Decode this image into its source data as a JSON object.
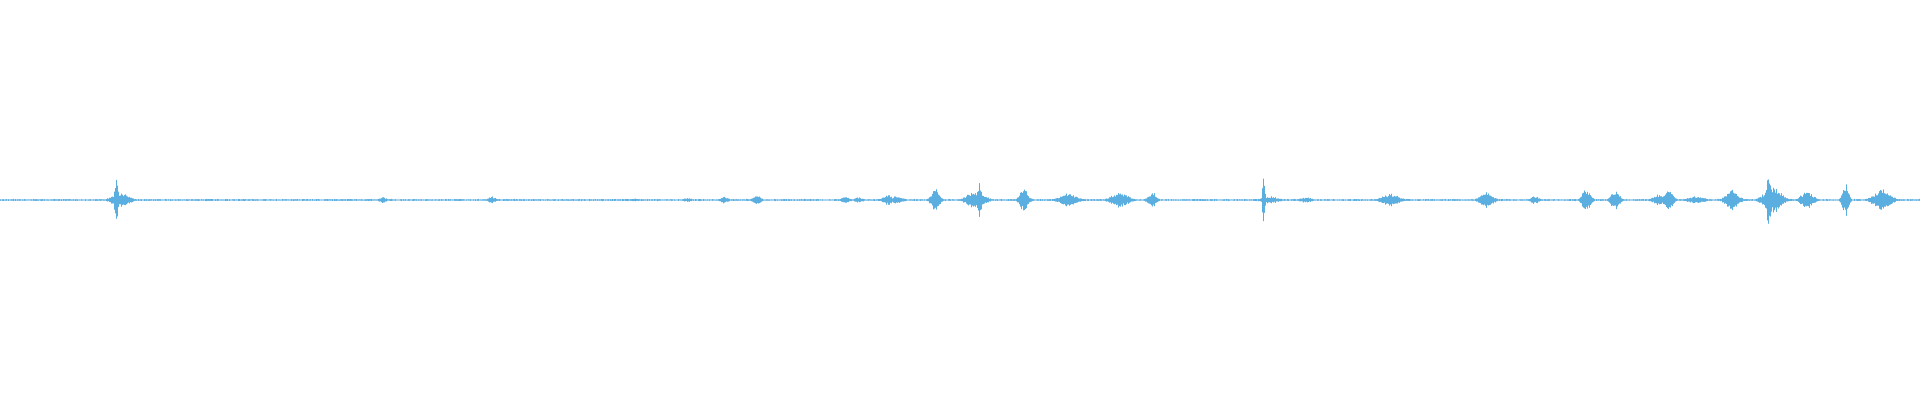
{
  "waveform": {
    "color": "#5aaee0",
    "baseline_amplitude": 0.004,
    "bursts": [
      {
        "t": 0.0605,
        "amp": 0.14,
        "spread": 0.0008
      },
      {
        "t": 0.0625,
        "amp": 0.04,
        "spread": 0.004
      },
      {
        "t": 0.199,
        "amp": 0.015,
        "spread": 0.002
      },
      {
        "t": 0.256,
        "amp": 0.018,
        "spread": 0.002
      },
      {
        "t": 0.33,
        "amp": 0.008,
        "spread": 0.003
      },
      {
        "t": 0.358,
        "amp": 0.012,
        "spread": 0.002
      },
      {
        "t": 0.377,
        "amp": 0.018,
        "spread": 0.002
      },
      {
        "t": 0.394,
        "amp": 0.026,
        "spread": 0.002
      },
      {
        "t": 0.44,
        "amp": 0.018,
        "spread": 0.002
      },
      {
        "t": 0.447,
        "amp": 0.015,
        "spread": 0.002
      },
      {
        "t": 0.462,
        "amp": 0.03,
        "spread": 0.002
      },
      {
        "t": 0.467,
        "amp": 0.02,
        "spread": 0.003
      },
      {
        "t": 0.487,
        "amp": 0.065,
        "spread": 0.002
      },
      {
        "t": 0.508,
        "amp": 0.05,
        "spread": 0.004
      },
      {
        "t": 0.51,
        "amp": 0.115,
        "spread": 0.0008
      },
      {
        "t": 0.533,
        "amp": 0.06,
        "spread": 0.002
      },
      {
        "t": 0.556,
        "amp": 0.035,
        "spread": 0.004
      },
      {
        "t": 0.583,
        "amp": 0.04,
        "spread": 0.004
      },
      {
        "t": 0.6,
        "amp": 0.045,
        "spread": 0.002
      },
      {
        "t": 0.658,
        "amp": 0.15,
        "spread": 0.0006
      },
      {
        "t": 0.661,
        "amp": 0.02,
        "spread": 0.004
      },
      {
        "t": 0.68,
        "amp": 0.015,
        "spread": 0.003
      },
      {
        "t": 0.724,
        "amp": 0.035,
        "spread": 0.004
      },
      {
        "t": 0.774,
        "amp": 0.045,
        "spread": 0.003
      },
      {
        "t": 0.799,
        "amp": 0.022,
        "spread": 0.002
      },
      {
        "t": 0.826,
        "amp": 0.06,
        "spread": 0.002
      },
      {
        "t": 0.841,
        "amp": 0.05,
        "spread": 0.002
      },
      {
        "t": 0.864,
        "amp": 0.03,
        "spread": 0.003
      },
      {
        "t": 0.869,
        "amp": 0.055,
        "spread": 0.002
      },
      {
        "t": 0.883,
        "amp": 0.02,
        "spread": 0.004
      },
      {
        "t": 0.902,
        "amp": 0.055,
        "spread": 0.003
      },
      {
        "t": 0.921,
        "amp": 0.14,
        "spread": 0.0012
      },
      {
        "t": 0.923,
        "amp": 0.07,
        "spread": 0.004
      },
      {
        "t": 0.941,
        "amp": 0.045,
        "spread": 0.003
      },
      {
        "t": 0.961,
        "amp": 0.085,
        "spread": 0.0015
      },
      {
        "t": 0.98,
        "amp": 0.055,
        "spread": 0.004
      }
    ]
  }
}
